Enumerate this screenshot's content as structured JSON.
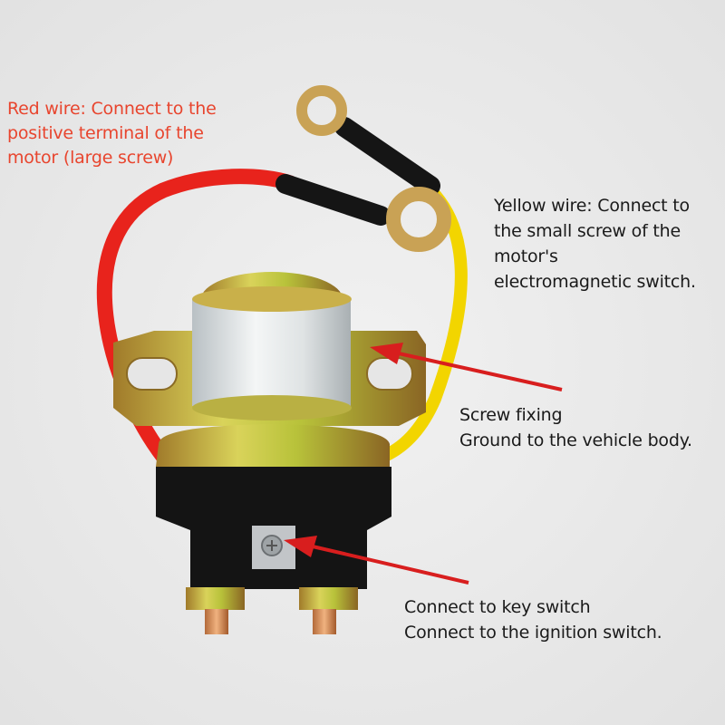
{
  "annotations": {
    "red_wire": [
      "Red wire: Connect to the",
      "positive terminal of the",
      "motor (large screw)"
    ],
    "yellow_wire": [
      "Yellow wire: Connect to",
      "the small screw of the",
      "motor's",
      "electromagnetic switch."
    ],
    "screw_fixing": [
      "Screw fixing",
      "Ground to the vehicle body."
    ],
    "key_switch": [
      "Connect to key switch",
      "Connect to the ignition switch."
    ]
  },
  "colors": {
    "red_label_text": "#e8452e",
    "arrow": "#d81e1e",
    "red_wire": "#e8231c",
    "yellow_wire": "#f2d500",
    "background": "#ebebeb"
  }
}
